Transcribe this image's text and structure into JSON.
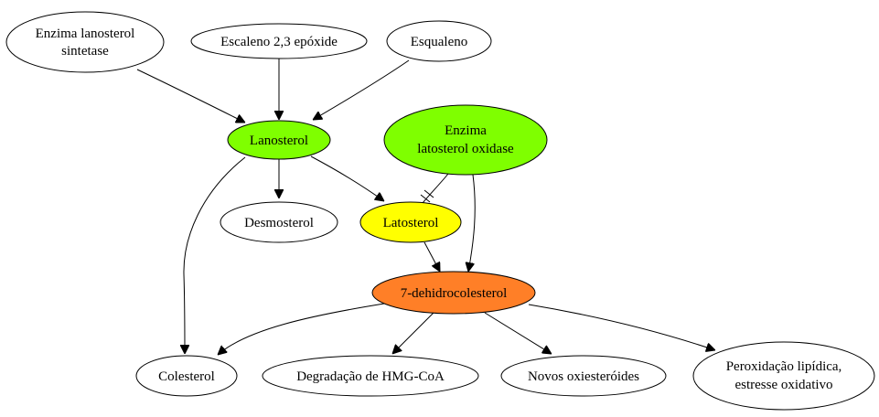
{
  "nodes": {
    "enzima_lanosterol": {
      "lines": [
        "Enzima lanosterol",
        "sintetase"
      ],
      "fill": "#ffffff"
    },
    "escaleno": {
      "lines": [
        "Escaleno 2,3 epóxide"
      ],
      "fill": "#ffffff"
    },
    "esqualeno": {
      "lines": [
        "Esqualeno"
      ],
      "fill": "#ffffff"
    },
    "lanosterol": {
      "lines": [
        "Lanosterol"
      ],
      "fill": "#7fff00"
    },
    "enzima_latosterol": {
      "lines": [
        "Enzima",
        "latosterol oxidase"
      ],
      "fill": "#7fff00"
    },
    "desmosterol": {
      "lines": [
        "Desmosterol"
      ],
      "fill": "#ffffff"
    },
    "latosterol": {
      "lines": [
        "Latosterol"
      ],
      "fill": "#ffff00"
    },
    "dehidrocolesterol": {
      "lines": [
        "7-dehidrocolesterol"
      ],
      "fill": "#ff7f27"
    },
    "colesterol": {
      "lines": [
        "Colesterol"
      ],
      "fill": "#ffffff"
    },
    "degradacao": {
      "lines": [
        "Degradação de HMG-CoA"
      ],
      "fill": "#ffffff"
    },
    "oxiesteroides": {
      "lines": [
        "Novos oxiesteróides"
      ],
      "fill": "#ffffff"
    },
    "peroxidacao": {
      "lines": [
        "Peroxidação lipídica,",
        "estresse oxidativo"
      ],
      "fill": "#ffffff"
    }
  },
  "edges": [
    {
      "from": "enzima_lanosterol",
      "to": "lanosterol",
      "type": "arrow"
    },
    {
      "from": "escaleno",
      "to": "lanosterol",
      "type": "arrow"
    },
    {
      "from": "esqualeno",
      "to": "lanosterol",
      "type": "arrow"
    },
    {
      "from": "lanosterol",
      "to": "desmosterol",
      "type": "arrow"
    },
    {
      "from": "lanosterol",
      "to": "latosterol",
      "type": "arrow"
    },
    {
      "from": "lanosterol",
      "to": "colesterol",
      "type": "arrow"
    },
    {
      "from": "enzima_latosterol",
      "to": "latosterol",
      "type": "inhibition"
    },
    {
      "from": "enzima_latosterol",
      "to": "dehidrocolesterol",
      "type": "arrow"
    },
    {
      "from": "latosterol",
      "to": "dehidrocolesterol",
      "type": "arrow"
    },
    {
      "from": "dehidrocolesterol",
      "to": "colesterol",
      "type": "arrow"
    },
    {
      "from": "dehidrocolesterol",
      "to": "degradacao",
      "type": "arrow"
    },
    {
      "from": "dehidrocolesterol",
      "to": "oxiesteroides",
      "type": "arrow"
    },
    {
      "from": "dehidrocolesterol",
      "to": "peroxidacao",
      "type": "arrow"
    }
  ]
}
